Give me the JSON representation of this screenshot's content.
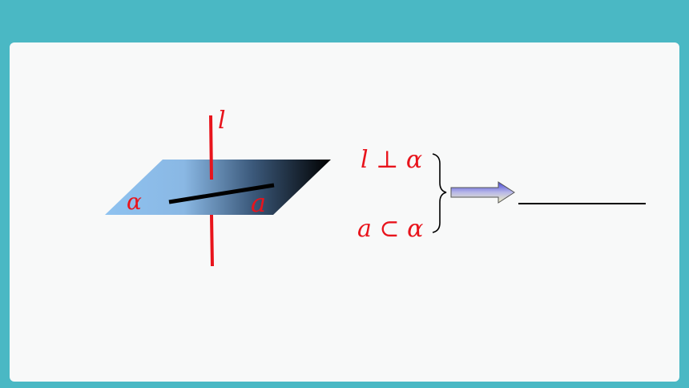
{
  "labels": {
    "line_l": "l",
    "plane_alpha": "α",
    "line_a": "a"
  },
  "statements": {
    "premise_1": "l ⊥ α",
    "premise_2": "a ⊂ α"
  },
  "answer_blank": "",
  "colors": {
    "background": "#4ab8c4",
    "card": "#f8f9f9",
    "math_text": "#e8141c",
    "line_l": "#e8141c",
    "line_a": "#000000",
    "plane_light": "#8ec2f0",
    "plane_dark": "#000000",
    "arrow_fill_start": "#4848d8",
    "arrow_fill_end": "#f0f0c0"
  },
  "icons": {
    "implication": "right-arrow-icon",
    "grouping": "right-brace-icon"
  }
}
